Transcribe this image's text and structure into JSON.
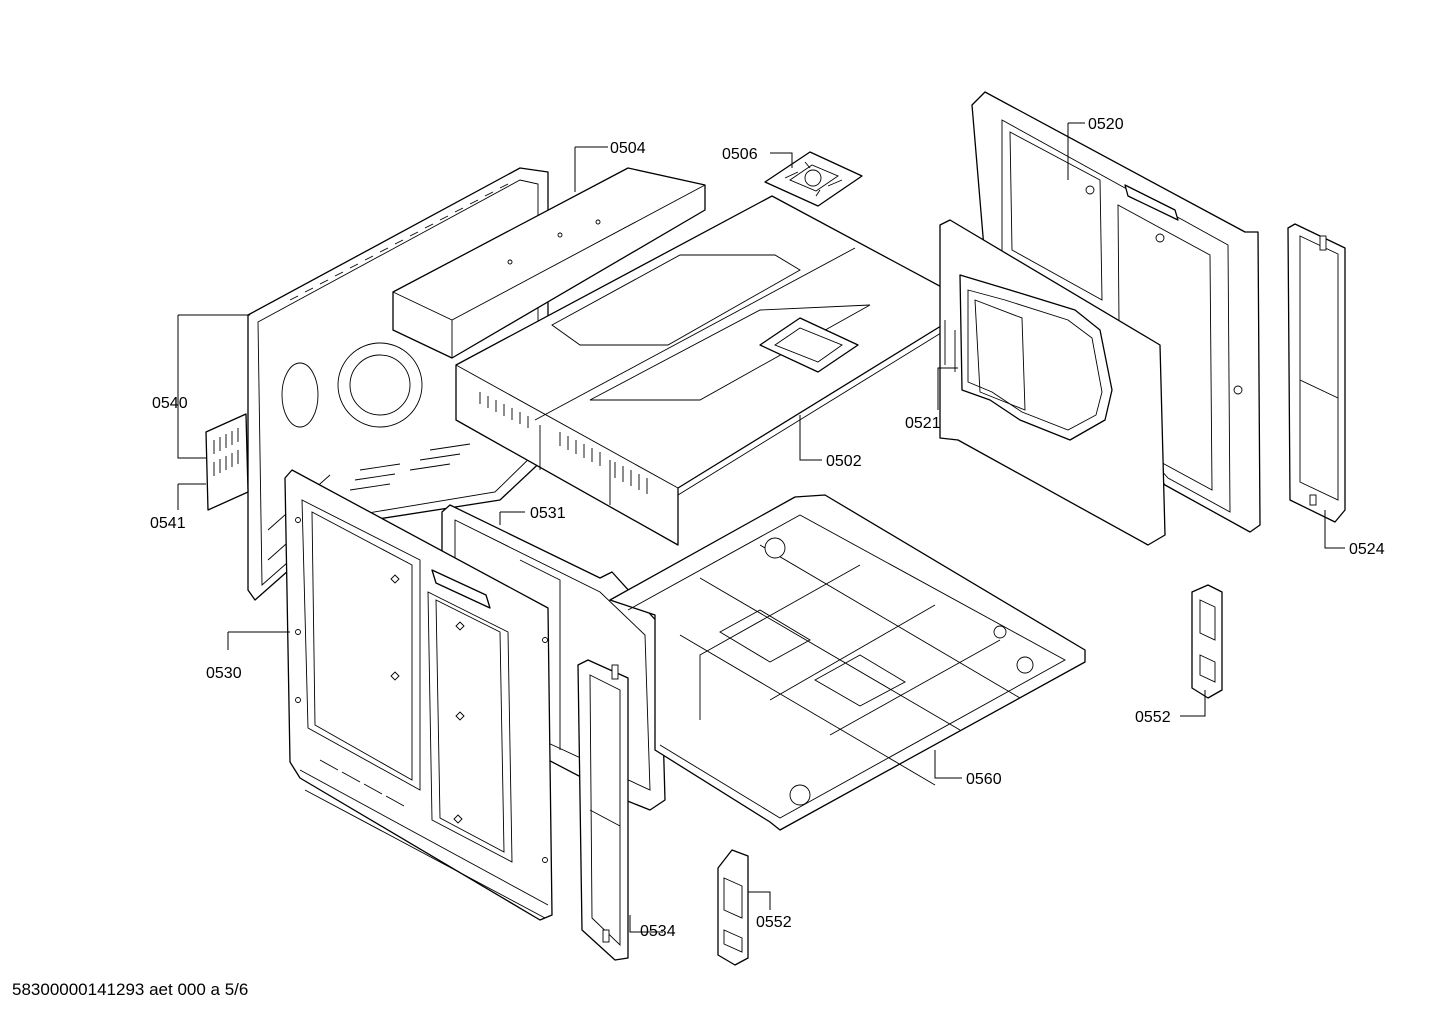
{
  "callouts": {
    "p0504": "0504",
    "p0506": "0506",
    "p0520": "0520",
    "p0524": "0524",
    "p0540": "0540",
    "p0541": "0541",
    "p0521": "0521",
    "p0502": "0502",
    "p0531": "0531",
    "p0530": "0530",
    "p0552_right": "0552",
    "p0560": "0560",
    "p0534": "0534",
    "p0552_bottom": "0552"
  },
  "footer": {
    "code": "58300000141293 aet 000 a 5/6"
  }
}
